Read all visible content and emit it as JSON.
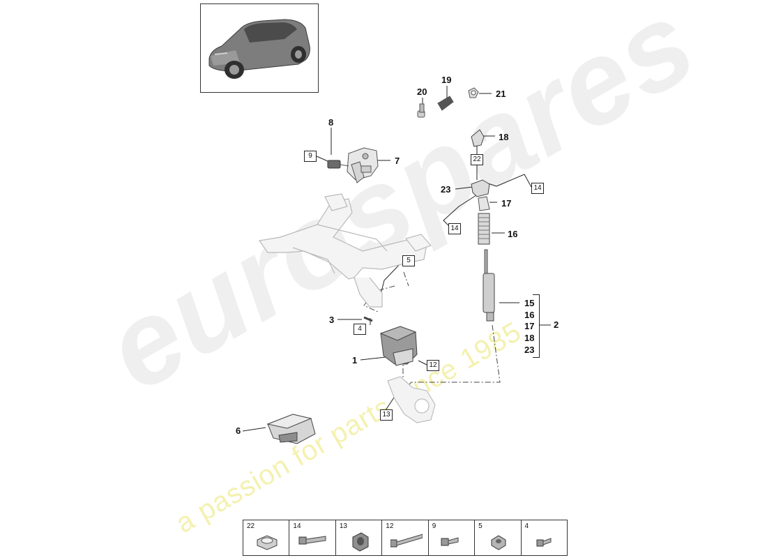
{
  "watermark": {
    "brand": "eurospares",
    "tagline": "a passion for parts since 1985"
  },
  "callouts": {
    "c1": "1",
    "c2": "2",
    "c3": "3",
    "c6": "6",
    "c7": "7",
    "c8": "8",
    "c15": "15",
    "c16a": "16",
    "c16b": "16",
    "c17a": "17",
    "c17b": "17",
    "c18a": "18",
    "c18b": "18",
    "c19": "19",
    "c20": "20",
    "c21": "21",
    "c23a": "23",
    "c23b": "23"
  },
  "boxed_refs": {
    "b4": "4",
    "b5": "5",
    "b9": "9",
    "b12": "12",
    "b13": "13",
    "b14a": "14",
    "b14b": "14",
    "b22": "22"
  },
  "legend": [
    "22",
    "14",
    "13",
    "12",
    "9",
    "5",
    "4"
  ],
  "colors": {
    "line": "#222222",
    "part_outline": "#555555",
    "part_fill": "#e9e9e9",
    "watermark_grey": "#ededed",
    "watermark_yellow": "#f3f0a6"
  }
}
